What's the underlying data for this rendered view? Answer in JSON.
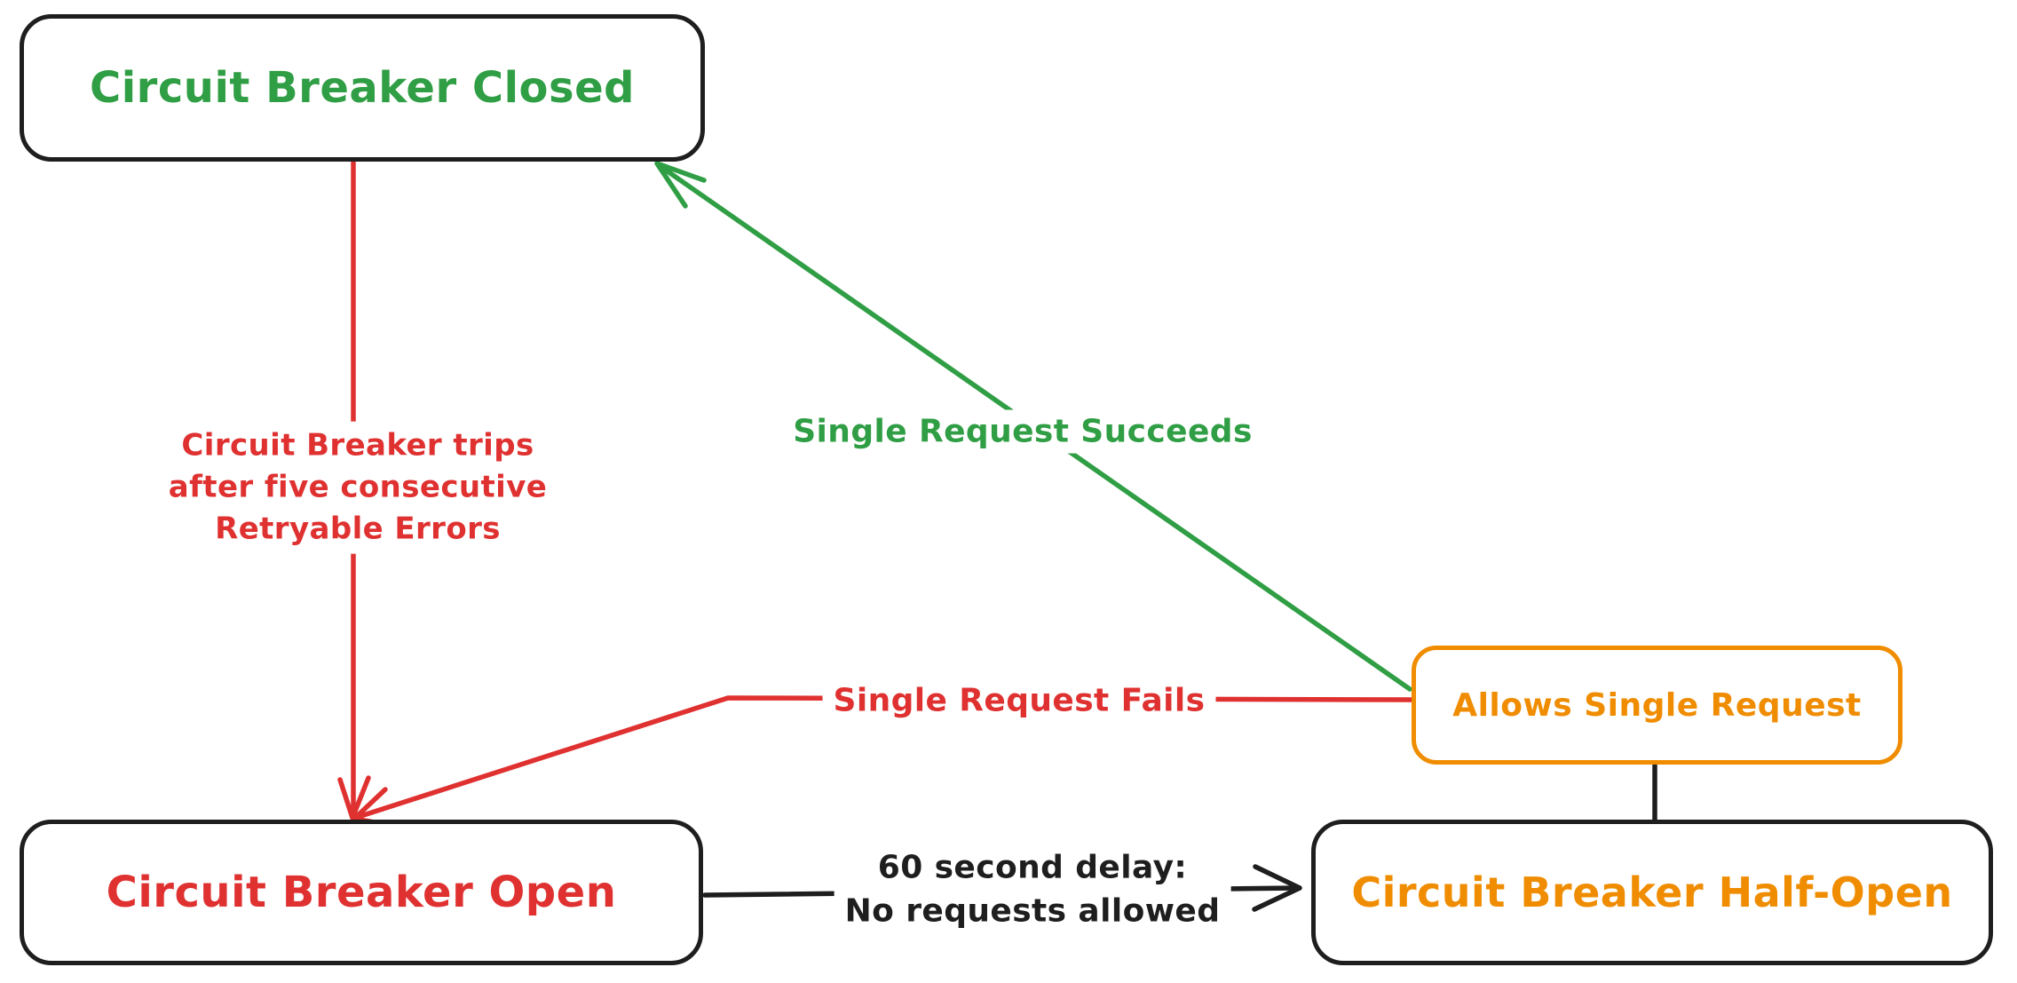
{
  "diagram": {
    "title_hint": "Circuit breaker state diagram",
    "nodes": {
      "closed": {
        "label": "Circuit Breaker Closed"
      },
      "open": {
        "label": "Circuit Breaker Open"
      },
      "half_open": {
        "label": "Circuit Breaker Half-Open"
      },
      "allows": {
        "label": "Allows Single Request"
      }
    },
    "edges": {
      "trips": {
        "from": "closed",
        "to": "open",
        "lines": [
          "Circuit Breaker trips",
          "after five consecutive",
          "Retryable Errors"
        ]
      },
      "succeeds": {
        "from": "allows",
        "to": "closed",
        "label": "Single Request Succeeds"
      },
      "fails": {
        "from": "allows",
        "to": "open",
        "label": "Single Request Fails"
      },
      "delay": {
        "from": "open",
        "to": "half_open",
        "lines": [
          "60 second delay:",
          "No requests allowed"
        ]
      },
      "half_open_allows_connector": {
        "from": "half_open",
        "to": "allows",
        "label": ""
      }
    }
  },
  "colors": {
    "green": "#2f9e44",
    "red": "#e03131",
    "orange": "#f08c00",
    "ink": "#1e1e1e",
    "bg": "#ffffff"
  }
}
